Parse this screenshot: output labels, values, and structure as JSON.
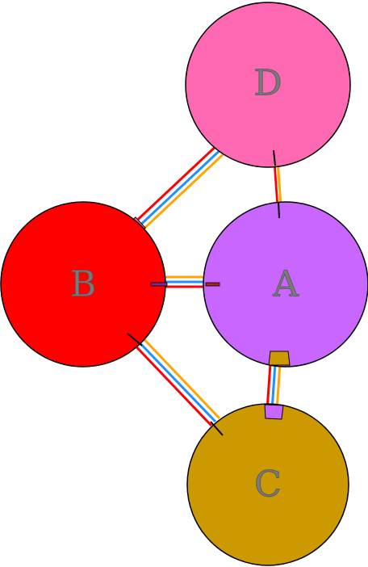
{
  "nodes": [
    {
      "id": "D",
      "label": "D",
      "color": "#ff69b4"
    },
    {
      "id": "B",
      "label": "B",
      "color": "#ff0000"
    },
    {
      "id": "A",
      "label": "A",
      "color": "#c966ff"
    },
    {
      "id": "C",
      "label": "C",
      "color": "#cc9900"
    }
  ],
  "edges": [
    {
      "from": "B",
      "to": "D",
      "stripe_colors": [
        "#ff0000",
        "#ffffff",
        "#1e90ff",
        "#ffffff",
        "#ffa500"
      ]
    },
    {
      "from": "D",
      "to": "A",
      "stripe_colors": [
        "#ff0000",
        "#ffffff",
        "#ffa500"
      ]
    },
    {
      "from": "B",
      "to": "A",
      "stripe_colors": [
        "#ff0000",
        "#ffffff",
        "#1e90ff",
        "#ffffff",
        "#ffa500"
      ]
    },
    {
      "from": "B",
      "to": "C",
      "stripe_colors": [
        "#ff0000",
        "#ffffff",
        "#1e90ff",
        "#ffffff",
        "#ffa500"
      ]
    },
    {
      "from": "A",
      "to": "C",
      "stripe_colors": [
        "#ff0000",
        "#ffffff",
        "#1e90ff",
        "#ffffff",
        "#ffa500"
      ]
    }
  ],
  "colors": {
    "outline": "#000000",
    "label": "#7a7a7a"
  }
}
